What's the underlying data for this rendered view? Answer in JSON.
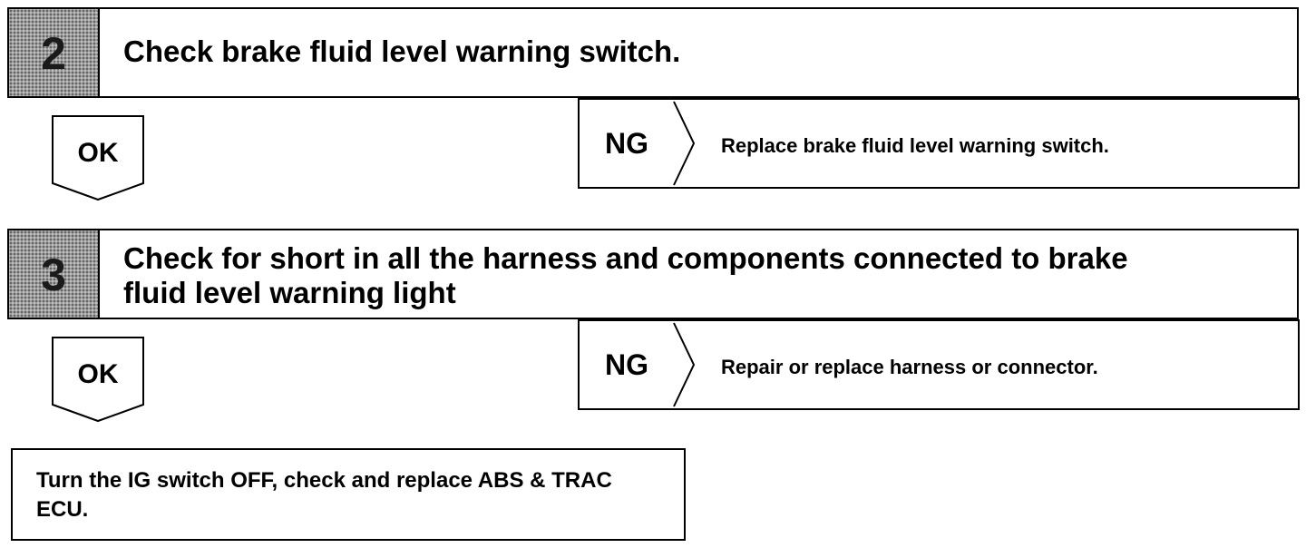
{
  "steps": [
    {
      "number": "2",
      "title_line1": "Check brake fluid level warning switch.",
      "title_line2": "",
      "ok_label": "OK",
      "ng_label": "NG",
      "ng_action": "Replace brake fluid level warning switch."
    },
    {
      "number": "3",
      "title_line1": "Check for short in all the harness and components connected to brake",
      "title_line2": "fluid level warning light",
      "ok_label": "OK",
      "ng_label": "NG",
      "ng_action": "Repair or replace harness or connector."
    }
  ],
  "final_action": "Turn the IG switch OFF, check and replace ABS & TRAC ECU."
}
